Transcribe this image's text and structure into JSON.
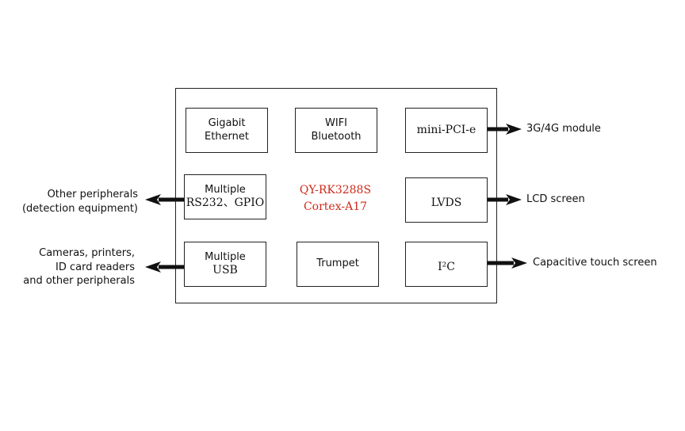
{
  "chip": {
    "line1": "QY-RK3288S",
    "line2": "Cortex-A17",
    "color": "#cc2a1a"
  },
  "modules": {
    "gigabit": {
      "line1": "Gigabit",
      "line2": "Ethernet"
    },
    "wifi": {
      "line1": "WIFI",
      "line2": "Bluetooth"
    },
    "minipcie": {
      "line1": "mini-PCI-e"
    },
    "multi_rs232": {
      "line1": "Multiple",
      "line2": "RS232、GPIO"
    },
    "lvds": {
      "line1": "LVDS"
    },
    "multi_usb": {
      "line1": "Multiple",
      "line2": "USB"
    },
    "trumpet": {
      "line1": "Trumpet"
    },
    "i2c": {
      "line1": "I²C"
    }
  },
  "peripherals": {
    "module_3g4g": "3G/4G module",
    "lcd": "LCD screen",
    "touch": "Capacitive touch screen",
    "other": {
      "line1": "Other peripherals",
      "line2": "(detection equipment)"
    },
    "cameras": {
      "line1": "Cameras, printers,",
      "line2": "ID card readers",
      "line3": "and other peripherals"
    }
  }
}
